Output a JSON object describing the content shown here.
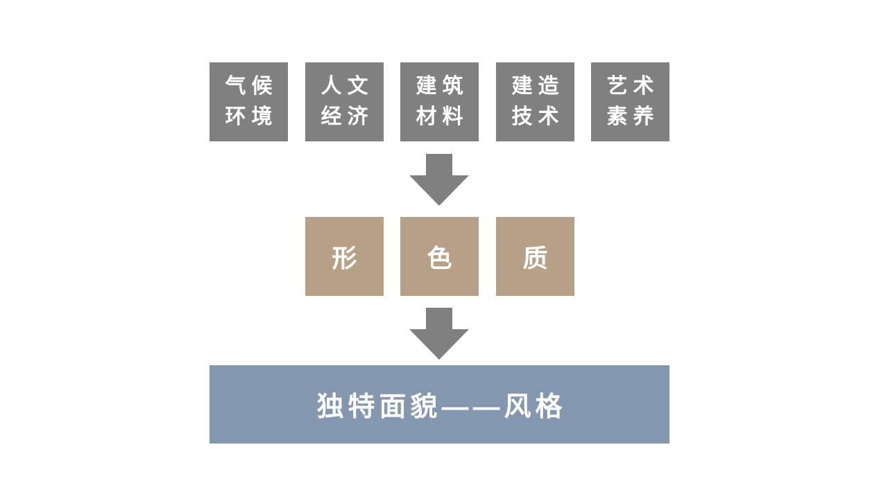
{
  "page": {
    "background_color": "#ffffff"
  },
  "diagram": {
    "top_row": {
      "box_color": "#808080",
      "text_color": "#ffffff",
      "items": [
        {
          "line1": "气候",
          "line2": "环境"
        },
        {
          "line1": "人文",
          "line2": "经济"
        },
        {
          "line1": "建筑",
          "line2": "材料"
        },
        {
          "line1": "建造",
          "line2": "技术"
        },
        {
          "line1": "艺术",
          "line2": "素养"
        }
      ]
    },
    "arrows": {
      "color": "#808080",
      "direction": "down",
      "count": 2
    },
    "middle_row": {
      "box_color": "#B7A088",
      "text_color": "#ffffff",
      "items": [
        {
          "label": "形"
        },
        {
          "label": "色"
        },
        {
          "label": "质"
        }
      ]
    },
    "result": {
      "bar_color": "#8597AE",
      "text_color": "#ffffff",
      "label": "独特面貌——风格"
    }
  }
}
